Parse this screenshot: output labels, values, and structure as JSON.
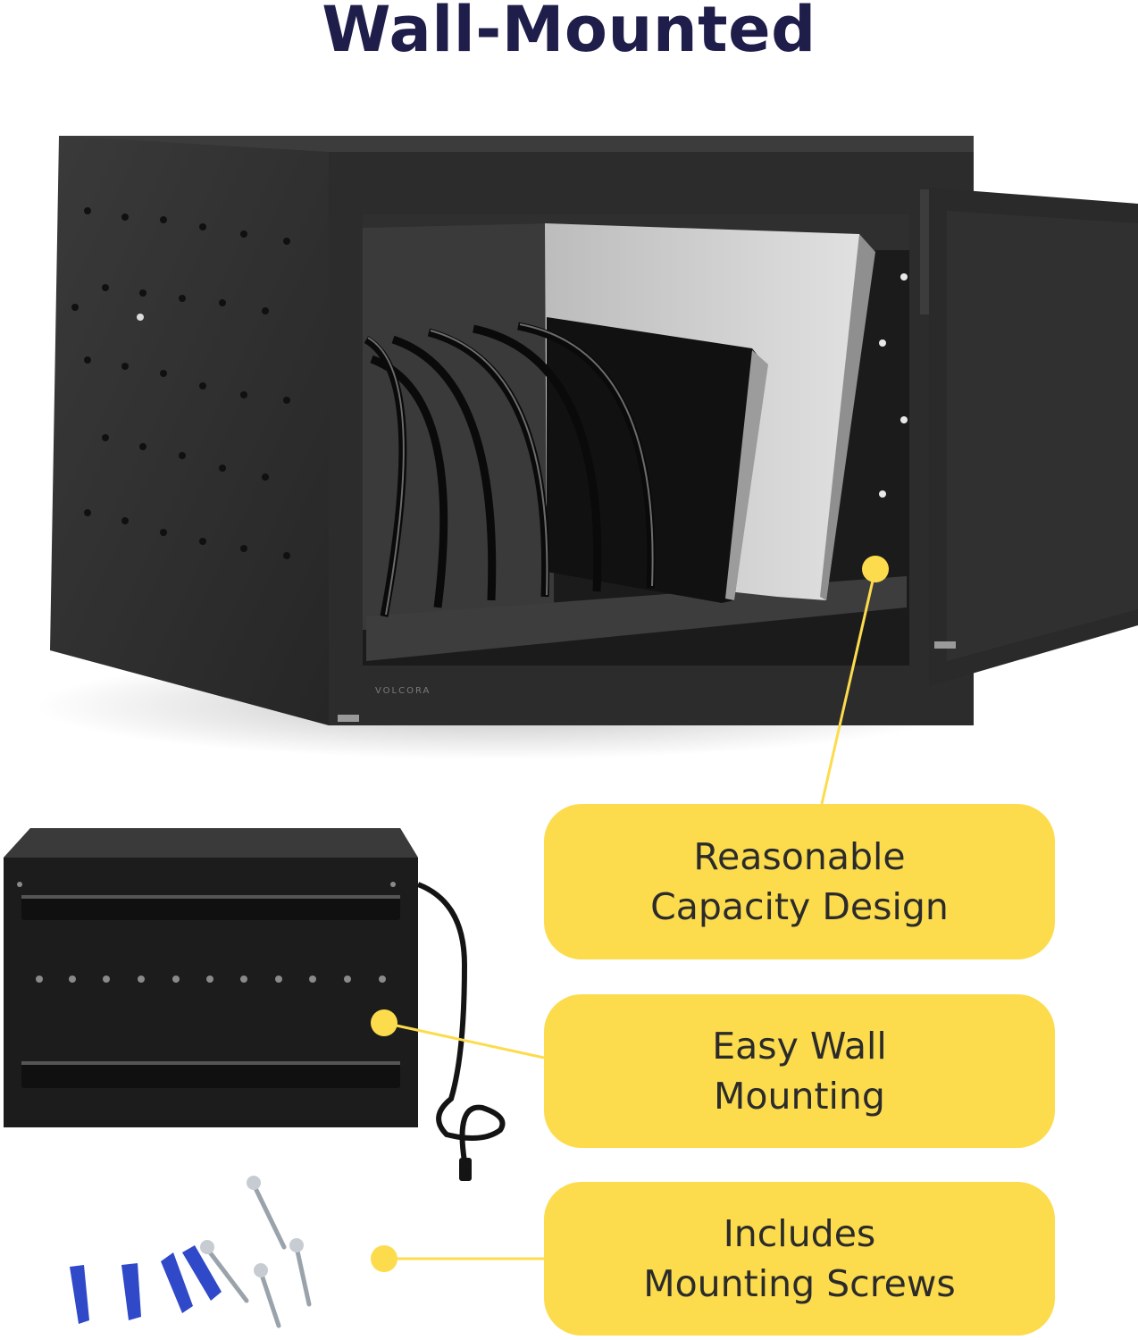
{
  "title": "Wall-Mounted",
  "brand_mark": "VOLCORA",
  "colors": {
    "accent_yellow": "#fcdc4d",
    "title_navy": "#1f1d4a",
    "cabinet_black": "#2a2a2a",
    "anchor_blue": "#2f49c9"
  },
  "callouts": [
    {
      "line1": "Reasonable",
      "line2": "Capacity Design"
    },
    {
      "line1": "Easy Wall",
      "line2": "Mounting"
    },
    {
      "line1": "Includes",
      "line2": "Mounting Screws"
    }
  ]
}
